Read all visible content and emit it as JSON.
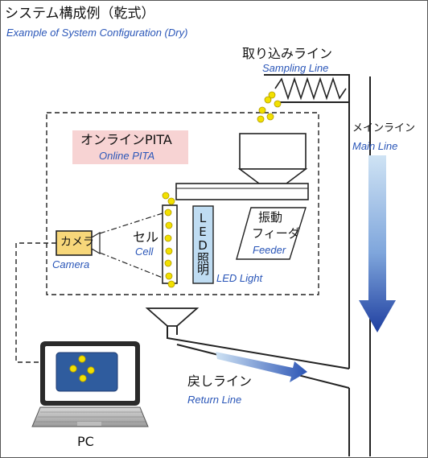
{
  "title": {
    "ja": "システム構成例（乾式）",
    "en": "Example of System Configuration (Dry)"
  },
  "sampling_line": {
    "ja": "取り込みライン",
    "en": "Sampling Line"
  },
  "main_line": {
    "ja": "メインライン",
    "en": "Main Line"
  },
  "online_pita": {
    "ja": "オンラインPITA",
    "en": "Online PITA"
  },
  "cell": {
    "ja": "セル",
    "en": "Cell"
  },
  "led": {
    "ja": "LED照明",
    "en": "LED Light"
  },
  "feeder": {
    "ja_line1": "振動",
    "ja_line2": "フィーダ",
    "en": "Feeder"
  },
  "camera": {
    "ja": "カメラ",
    "en": "Camera"
  },
  "return_line": {
    "ja": "戻しライン",
    "en": "Return Line"
  },
  "pc": {
    "label": "PC"
  },
  "colors": {
    "particle": "#f2e000",
    "particle_stroke": "#b09a00",
    "camera_fill": "#f7d77a",
    "label_bg": "#f7d3d3",
    "led_fill": "#bfdcf2",
    "arrow_dark": "#1f3fa0",
    "arrow_light": "#bcd7ef",
    "screen": "#2f5c9e",
    "english_text": "#2a56b8"
  }
}
